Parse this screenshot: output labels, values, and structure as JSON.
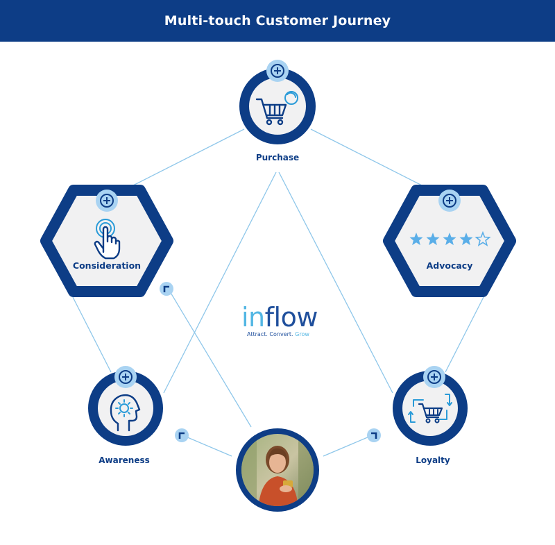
{
  "header": {
    "title": "Multi-touch Customer Journey"
  },
  "colors": {
    "navy": "#0d3d86",
    "light_blue": "#a9d3f2",
    "icon_blue": "#2a9bd8",
    "star_blue": "#5aaee8",
    "panel_gray": "#f1f1f2",
    "line_blue": "#8fc7ea"
  },
  "nodes": {
    "purchase": {
      "label": "Purchase",
      "icon": "shopping-cart-icon"
    },
    "consideration": {
      "label": "Consideration",
      "icon": "tap-hand-icon"
    },
    "advocacy": {
      "label": "Advocacy",
      "icon": "star-rating-icon",
      "rating": 4,
      "max_rating": 5
    },
    "awareness": {
      "label": "Awareness",
      "icon": "lightbulb-head-icon"
    },
    "loyalty": {
      "label": "Loyalty",
      "icon": "repeat-cart-icon"
    },
    "customer": {
      "icon": "customer-photo"
    }
  },
  "logo": {
    "word_in": "in",
    "word_flow": "flow",
    "tag_attract": "Attract.",
    "tag_convert": "Convert.",
    "tag_grow": "Grow"
  }
}
